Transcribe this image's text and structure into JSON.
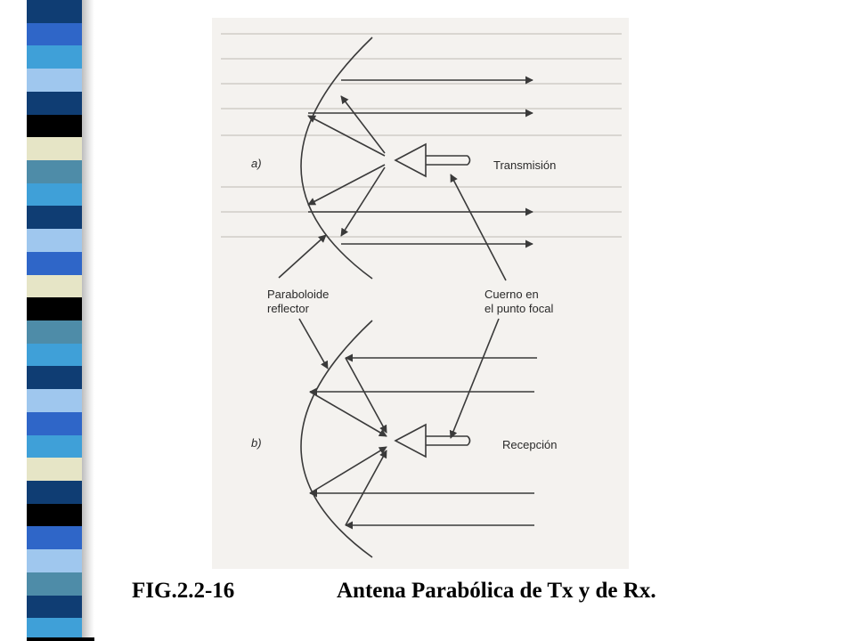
{
  "slide": {
    "caption_number": "FIG.2.2-16",
    "caption_text": "Antena Parabólica de Tx y de Rx."
  },
  "diagram": {
    "part_a_label": "a)",
    "part_b_label": "b)",
    "transmission_label": "Transmisión",
    "reception_label": "Recepción",
    "reflector_label_line1": "Paraboloide",
    "reflector_label_line2": "reflector",
    "horn_label_line1": "Cuerno en",
    "horn_label_line2": "el punto focal"
  },
  "colors": {
    "line": "#3a3a3a",
    "scan_background": "#f4f2ef",
    "stripe_palette": [
      "#0f3d73",
      "#2f66c8",
      "#3fa0d8",
      "#9fc7ee",
      "#e6e5c6",
      "#4e8ca8",
      "#000000"
    ]
  }
}
